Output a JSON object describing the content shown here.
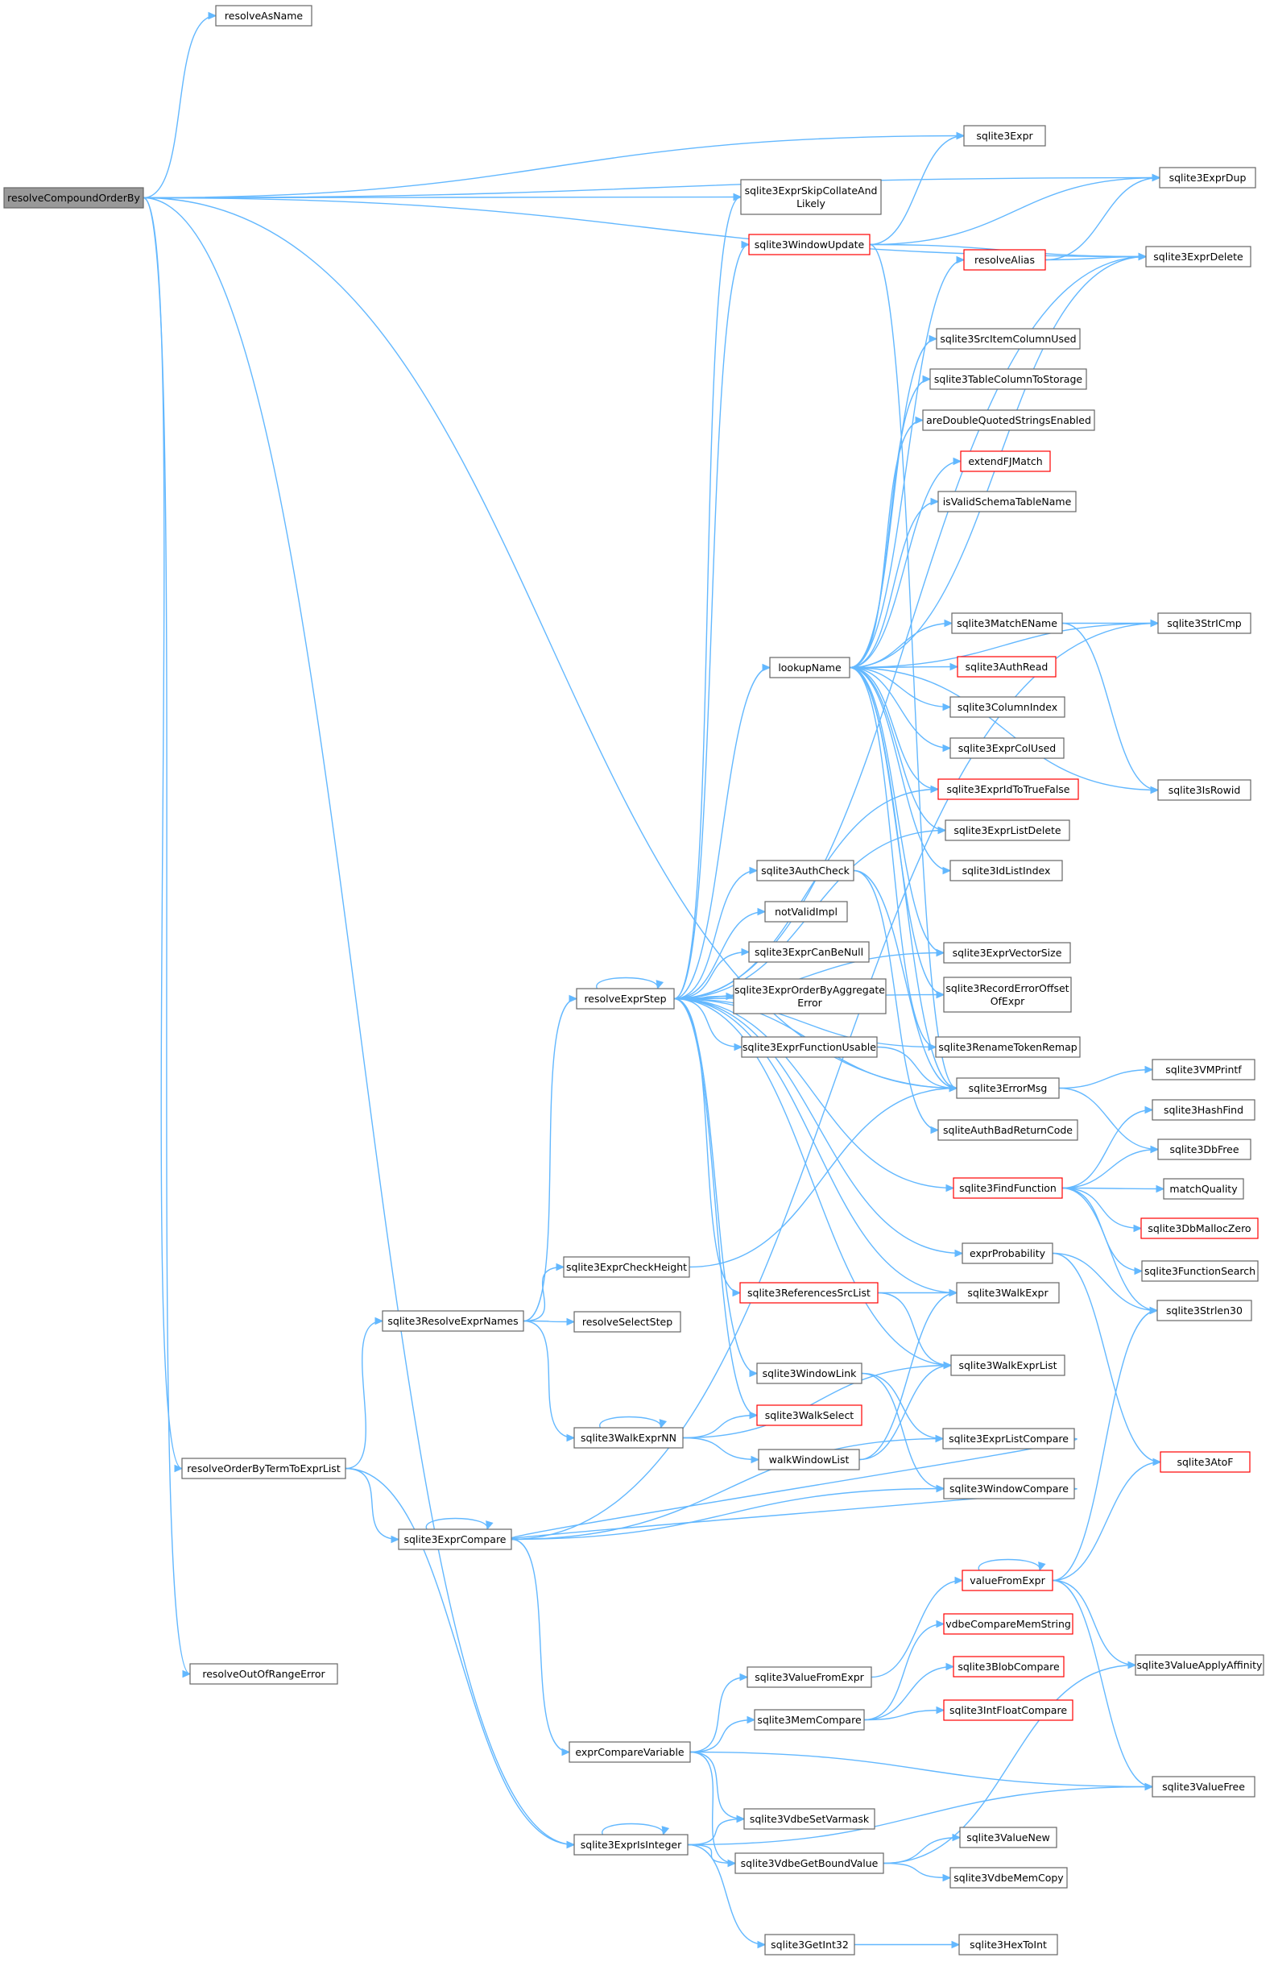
{
  "colors": {
    "edge": "#63b8ff",
    "box_border": "#666666",
    "highlight_border": "#ff0000",
    "root_fill": "#999999"
  },
  "nodes": [
    {
      "id": "resolveCompoundOrderBy",
      "lines": [
        "resolveCompoundOrderBy"
      ],
      "style": "root"
    },
    {
      "id": "resolveAsName",
      "lines": [
        "resolveAsName"
      ]
    },
    {
      "id": "sqlite3ExprDup",
      "lines": [
        "sqlite3ExprDup"
      ]
    },
    {
      "id": "sqlite3Expr",
      "lines": [
        "sqlite3Expr"
      ]
    },
    {
      "id": "sqlite3ExprSkipCollateAndLikely",
      "lines": [
        "sqlite3ExprSkipCollateAnd",
        "Likely"
      ]
    },
    {
      "id": "sqlite3WindowUpdate",
      "lines": [
        "sqlite3WindowUpdate"
      ],
      "style": "hl"
    },
    {
      "id": "resolveAlias",
      "lines": [
        "resolveAlias"
      ],
      "style": "hl"
    },
    {
      "id": "sqlite3ExprDelete",
      "lines": [
        "sqlite3ExprDelete"
      ]
    },
    {
      "id": "sqlite3SrcItemColumnUsed",
      "lines": [
        "sqlite3SrcItemColumnUsed"
      ]
    },
    {
      "id": "sqlite3TableColumnToStorage",
      "lines": [
        "sqlite3TableColumnToStorage"
      ]
    },
    {
      "id": "areDoubleQuotedStringsEnabled",
      "lines": [
        "areDoubleQuotedStringsEnabled"
      ]
    },
    {
      "id": "extendFJMatch",
      "lines": [
        "extendFJMatch"
      ],
      "style": "hl"
    },
    {
      "id": "isValidSchemaTableName",
      "lines": [
        "isValidSchemaTableName"
      ]
    },
    {
      "id": "sqlite3MatchEName",
      "lines": [
        "sqlite3MatchEName"
      ]
    },
    {
      "id": "sqlite3StrICmp",
      "lines": [
        "sqlite3StrICmp"
      ]
    },
    {
      "id": "lookupName",
      "lines": [
        "lookupName"
      ]
    },
    {
      "id": "sqlite3AuthRead",
      "lines": [
        "sqlite3AuthRead"
      ],
      "style": "hl"
    },
    {
      "id": "sqlite3ColumnIndex",
      "lines": [
        "sqlite3ColumnIndex"
      ]
    },
    {
      "id": "sqlite3ExprColUsed",
      "lines": [
        "sqlite3ExprColUsed"
      ]
    },
    {
      "id": "sqlite3ExprIdToTrueFalse",
      "lines": [
        "sqlite3ExprIdToTrueFalse"
      ],
      "style": "hl"
    },
    {
      "id": "sqlite3IsRowid",
      "lines": [
        "sqlite3IsRowid"
      ]
    },
    {
      "id": "sqlite3ExprListDelete",
      "lines": [
        "sqlite3ExprListDelete"
      ]
    },
    {
      "id": "sqlite3IdListIndex",
      "lines": [
        "sqlite3IdListIndex"
      ]
    },
    {
      "id": "sqlite3AuthCheck",
      "lines": [
        "sqlite3AuthCheck"
      ]
    },
    {
      "id": "notValidImpl",
      "lines": [
        "notValidImpl"
      ]
    },
    {
      "id": "sqlite3ExprVectorSize",
      "lines": [
        "sqlite3ExprVectorSize"
      ]
    },
    {
      "id": "sqlite3ExprCanBeNull",
      "lines": [
        "sqlite3ExprCanBeNull"
      ]
    },
    {
      "id": "resolveExprStep",
      "lines": [
        "resolveExprStep"
      ]
    },
    {
      "id": "sqlite3ExprOrderByAggregateError",
      "lines": [
        "sqlite3ExprOrderByAggregate",
        "Error"
      ]
    },
    {
      "id": "sqlite3RecordErrorOffsetOfExpr",
      "lines": [
        "sqlite3RecordErrorOffset",
        "OfExpr"
      ]
    },
    {
      "id": "sqlite3ExprFunctionUsable",
      "lines": [
        "sqlite3ExprFunctionUsable"
      ]
    },
    {
      "id": "sqlite3RenameTokenRemap",
      "lines": [
        "sqlite3RenameTokenRemap"
      ]
    },
    {
      "id": "sqlite3VMPrintf",
      "lines": [
        "sqlite3VMPrintf"
      ]
    },
    {
      "id": "sqlite3ErrorMsg",
      "lines": [
        "sqlite3ErrorMsg"
      ]
    },
    {
      "id": "sqlite3HashFind",
      "lines": [
        "sqlite3HashFind"
      ]
    },
    {
      "id": "sqliteAuthBadReturnCode",
      "lines": [
        "sqliteAuthBadReturnCode"
      ]
    },
    {
      "id": "sqlite3DbFree",
      "lines": [
        "sqlite3DbFree"
      ]
    },
    {
      "id": "sqlite3FindFunction",
      "lines": [
        "sqlite3FindFunction"
      ],
      "style": "hl"
    },
    {
      "id": "matchQuality",
      "lines": [
        "matchQuality"
      ]
    },
    {
      "id": "sqlite3DbMallocZero",
      "lines": [
        "sqlite3DbMallocZero"
      ],
      "style": "hl"
    },
    {
      "id": "exprProbability",
      "lines": [
        "exprProbability"
      ]
    },
    {
      "id": "sqlite3ExprCheckHeight",
      "lines": [
        "sqlite3ExprCheckHeight"
      ]
    },
    {
      "id": "sqlite3FunctionSearch",
      "lines": [
        "sqlite3FunctionSearch"
      ]
    },
    {
      "id": "sqlite3ReferencesSrcList",
      "lines": [
        "sqlite3ReferencesSrcList"
      ],
      "style": "hl"
    },
    {
      "id": "sqlite3WalkExpr",
      "lines": [
        "sqlite3WalkExpr"
      ]
    },
    {
      "id": "sqlite3Strlen30",
      "lines": [
        "sqlite3Strlen30"
      ]
    },
    {
      "id": "sqlite3ResolveExprNames",
      "lines": [
        "sqlite3ResolveExprNames"
      ]
    },
    {
      "id": "resolveSelectStep",
      "lines": [
        "resolveSelectStep"
      ]
    },
    {
      "id": "sqlite3WindowLink",
      "lines": [
        "sqlite3WindowLink"
      ]
    },
    {
      "id": "sqlite3WalkExprList",
      "lines": [
        "sqlite3WalkExprList"
      ]
    },
    {
      "id": "sqlite3WalkSelect",
      "lines": [
        "sqlite3WalkSelect"
      ],
      "style": "hl"
    },
    {
      "id": "sqlite3WalkExprNN",
      "lines": [
        "sqlite3WalkExprNN"
      ]
    },
    {
      "id": "sqlite3ExprListCompare",
      "lines": [
        "sqlite3ExprListCompare"
      ]
    },
    {
      "id": "walkWindowList",
      "lines": [
        "walkWindowList"
      ]
    },
    {
      "id": "sqlite3AtoF",
      "lines": [
        "sqlite3AtoF"
      ],
      "style": "hl"
    },
    {
      "id": "resolveOrderByTermToExprList",
      "lines": [
        "resolveOrderByTermToExprList"
      ]
    },
    {
      "id": "sqlite3WindowCompare",
      "lines": [
        "sqlite3WindowCompare"
      ]
    },
    {
      "id": "sqlite3ExprCompare",
      "lines": [
        "sqlite3ExprCompare"
      ]
    },
    {
      "id": "valueFromExpr",
      "lines": [
        "valueFromExpr"
      ],
      "style": "hl"
    },
    {
      "id": "vdbeCompareMemString",
      "lines": [
        "vdbeCompareMemString"
      ],
      "style": "hl"
    },
    {
      "id": "resolveOutOfRangeError",
      "lines": [
        "resolveOutOfRangeError"
      ]
    },
    {
      "id": "sqlite3BlobCompare",
      "lines": [
        "sqlite3BlobCompare"
      ],
      "style": "hl"
    },
    {
      "id": "sqlite3ValueFromExpr",
      "lines": [
        "sqlite3ValueFromExpr"
      ]
    },
    {
      "id": "sqlite3ValueApplyAffinity",
      "lines": [
        "sqlite3ValueApplyAffinity"
      ]
    },
    {
      "id": "sqlite3IntFloatCompare",
      "lines": [
        "sqlite3IntFloatCompare"
      ],
      "style": "hl"
    },
    {
      "id": "sqlite3MemCompare",
      "lines": [
        "sqlite3MemCompare"
      ]
    },
    {
      "id": "exprCompareVariable",
      "lines": [
        "exprCompareVariable"
      ]
    },
    {
      "id": "sqlite3ValueFree",
      "lines": [
        "sqlite3ValueFree"
      ]
    },
    {
      "id": "sqlite3VdbeSetVarmask",
      "lines": [
        "sqlite3VdbeSetVarmask"
      ]
    },
    {
      "id": "sqlite3ValueNew",
      "lines": [
        "sqlite3ValueNew"
      ]
    },
    {
      "id": "sqlite3ExprIsInteger",
      "lines": [
        "sqlite3ExprIsInteger"
      ]
    },
    {
      "id": "sqlite3VdbeGetBoundValue",
      "lines": [
        "sqlite3VdbeGetBoundValue"
      ]
    },
    {
      "id": "sqlite3VdbeMemCopy",
      "lines": [
        "sqlite3VdbeMemCopy"
      ]
    },
    {
      "id": "sqlite3GetInt32",
      "lines": [
        "sqlite3GetInt32"
      ]
    },
    {
      "id": "sqlite3HexToInt",
      "lines": [
        "sqlite3HexToInt"
      ]
    }
  ],
  "edges": [
    [
      "resolveCompoundOrderBy",
      "resolveAsName"
    ],
    [
      "resolveCompoundOrderBy",
      "sqlite3ExprDup"
    ],
    [
      "resolveCompoundOrderBy",
      "sqlite3Expr"
    ],
    [
      "resolveCompoundOrderBy",
      "sqlite3ExprDelete"
    ],
    [
      "resolveCompoundOrderBy",
      "sqlite3ExprSkipCollateAndLikely"
    ],
    [
      "resolveCompoundOrderBy",
      "sqlite3ErrorMsg"
    ],
    [
      "resolveCompoundOrderBy",
      "resolveOrderByTermToExprList"
    ],
    [
      "resolveCompoundOrderBy",
      "sqlite3ExprIsInteger"
    ],
    [
      "resolveCompoundOrderBy",
      "resolveOutOfRangeError"
    ],
    [
      "sqlite3WindowUpdate",
      "sqlite3ExprDup"
    ],
    [
      "sqlite3WindowUpdate",
      "sqlite3ExprDelete"
    ],
    [
      "sqlite3WindowUpdate",
      "sqlite3Expr"
    ],
    [
      "sqlite3WindowUpdate",
      "sqlite3ErrorMsg"
    ],
    [
      "resolveAlias",
      "sqlite3ExprDup"
    ],
    [
      "resolveAlias",
      "sqlite3ExprDelete"
    ],
    [
      "sqlite3MatchEName",
      "sqlite3StrICmp"
    ],
    [
      "sqlite3MatchEName",
      "sqlite3IsRowid"
    ],
    [
      "lookupName",
      "resolveAlias"
    ],
    [
      "lookupName",
      "sqlite3SrcItemColumnUsed"
    ],
    [
      "lookupName",
      "sqlite3TableColumnToStorage"
    ],
    [
      "lookupName",
      "areDoubleQuotedStringsEnabled"
    ],
    [
      "lookupName",
      "extendFJMatch"
    ],
    [
      "lookupName",
      "isValidSchemaTableName"
    ],
    [
      "lookupName",
      "sqlite3ExprDelete"
    ],
    [
      "lookupName",
      "sqlite3StrICmp"
    ],
    [
      "lookupName",
      "sqlite3MatchEName"
    ],
    [
      "lookupName",
      "sqlite3AuthRead"
    ],
    [
      "lookupName",
      "sqlite3ColumnIndex"
    ],
    [
      "lookupName",
      "sqlite3ExprColUsed"
    ],
    [
      "lookupName",
      "sqlite3ExprIdToTrueFalse"
    ],
    [
      "lookupName",
      "sqlite3ExprListDelete"
    ],
    [
      "lookupName",
      "sqlite3IdListIndex"
    ],
    [
      "lookupName",
      "sqlite3ExprVectorSize"
    ],
    [
      "lookupName",
      "sqlite3RecordErrorOffsetOfExpr"
    ],
    [
      "lookupName",
      "sqlite3RenameTokenRemap"
    ],
    [
      "lookupName",
      "sqlite3ErrorMsg"
    ],
    [
      "lookupName",
      "sqlite3IsRowid"
    ],
    [
      "sqlite3AuthCheck",
      "sqliteAuthBadReturnCode"
    ],
    [
      "sqlite3AuthCheck",
      "sqlite3ErrorMsg"
    ],
    [
      "resolveExprStep",
      "resolveExprStep"
    ],
    [
      "resolveExprStep",
      "sqlite3ExprSkipCollateAndLikely"
    ],
    [
      "resolveExprStep",
      "sqlite3WindowUpdate"
    ],
    [
      "resolveExprStep",
      "sqlite3ExprDelete"
    ],
    [
      "resolveExprStep",
      "lookupName"
    ],
    [
      "resolveExprStep",
      "sqlite3AuthCheck"
    ],
    [
      "resolveExprStep",
      "notValidImpl"
    ],
    [
      "resolveExprStep",
      "sqlite3ExprCanBeNull"
    ],
    [
      "resolveExprStep",
      "sqlite3ExprOrderByAggregateError"
    ],
    [
      "resolveExprStep",
      "sqlite3ExprFunctionUsable"
    ],
    [
      "resolveExprStep",
      "sqlite3ExprVectorSize"
    ],
    [
      "resolveExprStep",
      "sqlite3RecordErrorOffsetOfExpr"
    ],
    [
      "resolveExprStep",
      "sqlite3RenameTokenRemap"
    ],
    [
      "resolveExprStep",
      "sqlite3ErrorMsg"
    ],
    [
      "resolveExprStep",
      "sqlite3FindFunction"
    ],
    [
      "resolveExprStep",
      "exprProbability"
    ],
    [
      "resolveExprStep",
      "sqlite3ReferencesSrcList"
    ],
    [
      "resolveExprStep",
      "sqlite3WalkExpr"
    ],
    [
      "resolveExprStep",
      "sqlite3WalkExprList"
    ],
    [
      "resolveExprStep",
      "sqlite3WindowLink"
    ],
    [
      "resolveExprStep",
      "sqlite3WalkSelect"
    ],
    [
      "resolveExprStep",
      "sqlite3ExprListDelete"
    ],
    [
      "resolveExprStep",
      "sqlite3ExprIdToTrueFalse"
    ],
    [
      "sqlite3ExprFunctionUsable",
      "sqlite3ErrorMsg"
    ],
    [
      "sqlite3ErrorMsg",
      "sqlite3VMPrintf"
    ],
    [
      "sqlite3ErrorMsg",
      "sqlite3DbFree"
    ],
    [
      "sqlite3FindFunction",
      "sqlite3HashFind"
    ],
    [
      "sqlite3FindFunction",
      "sqlite3DbFree"
    ],
    [
      "sqlite3FindFunction",
      "matchQuality"
    ],
    [
      "sqlite3FindFunction",
      "sqlite3DbMallocZero"
    ],
    [
      "sqlite3FindFunction",
      "sqlite3FunctionSearch"
    ],
    [
      "sqlite3FindFunction",
      "sqlite3Strlen30"
    ],
    [
      "exprProbability",
      "sqlite3AtoF"
    ],
    [
      "exprProbability",
      "sqlite3Strlen30"
    ],
    [
      "sqlite3ReferencesSrcList",
      "sqlite3WalkExpr"
    ],
    [
      "sqlite3ReferencesSrcList",
      "sqlite3WalkExprList"
    ],
    [
      "sqlite3ExprCheckHeight",
      "sqlite3ErrorMsg"
    ],
    [
      "sqlite3ResolveExprNames",
      "resolveExprStep"
    ],
    [
      "sqlite3ResolveExprNames",
      "sqlite3ExprCheckHeight"
    ],
    [
      "sqlite3ResolveExprNames",
      "resolveSelectStep"
    ],
    [
      "sqlite3ResolveExprNames",
      "sqlite3WalkExprNN"
    ],
    [
      "sqlite3WindowLink",
      "sqlite3ExprListCompare"
    ],
    [
      "sqlite3WindowLink",
      "sqlite3WindowCompare"
    ],
    [
      "sqlite3WalkExprNN",
      "sqlite3WalkExprNN"
    ],
    [
      "sqlite3WalkExprNN",
      "sqlite3WalkSelect"
    ],
    [
      "sqlite3WalkExprNN",
      "sqlite3WalkExprList"
    ],
    [
      "sqlite3WalkExprNN",
      "walkWindowList"
    ],
    [
      "walkWindowList",
      "sqlite3WalkExpr"
    ],
    [
      "walkWindowList",
      "sqlite3WalkExprList"
    ],
    [
      "sqlite3ExprListCompare",
      "sqlite3ExprCompare"
    ],
    [
      "resolveOrderByTermToExprList",
      "sqlite3ResolveExprNames"
    ],
    [
      "resolveOrderByTermToExprList",
      "sqlite3ExprCompare"
    ],
    [
      "resolveOrderByTermToExprList",
      "sqlite3ExprIsInteger"
    ],
    [
      "sqlite3WindowCompare",
      "sqlite3ExprCompare"
    ],
    [
      "sqlite3ExprCompare",
      "sqlite3ExprCompare"
    ],
    [
      "sqlite3ExprCompare",
      "sqlite3ExprListCompare"
    ],
    [
      "sqlite3ExprCompare",
      "sqlite3WindowCompare"
    ],
    [
      "sqlite3ExprCompare",
      "sqlite3StrICmp"
    ],
    [
      "sqlite3ExprCompare",
      "exprCompareVariable"
    ],
    [
      "valueFromExpr",
      "valueFromExpr"
    ],
    [
      "valueFromExpr",
      "sqlite3AtoF"
    ],
    [
      "valueFromExpr",
      "sqlite3Strlen30"
    ],
    [
      "valueFromExpr",
      "sqlite3ValueApplyAffinity"
    ],
    [
      "valueFromExpr",
      "sqlite3ValueFree"
    ],
    [
      "sqlite3ValueFromExpr",
      "valueFromExpr"
    ],
    [
      "sqlite3MemCompare",
      "vdbeCompareMemString"
    ],
    [
      "sqlite3MemCompare",
      "sqlite3BlobCompare"
    ],
    [
      "sqlite3MemCompare",
      "sqlite3IntFloatCompare"
    ],
    [
      "exprCompareVariable",
      "sqlite3ValueFromExpr"
    ],
    [
      "exprCompareVariable",
      "sqlite3MemCompare"
    ],
    [
      "exprCompareVariable",
      "sqlite3ValueFree"
    ],
    [
      "exprCompareVariable",
      "sqlite3VdbeSetVarmask"
    ],
    [
      "exprCompareVariable",
      "sqlite3VdbeGetBoundValue"
    ],
    [
      "sqlite3ExprIsInteger",
      "sqlite3ExprIsInteger"
    ],
    [
      "sqlite3ExprIsInteger",
      "sqlite3VdbeSetVarmask"
    ],
    [
      "sqlite3ExprIsInteger",
      "sqlite3VdbeGetBoundValue"
    ],
    [
      "sqlite3ExprIsInteger",
      "sqlite3ValueFree"
    ],
    [
      "sqlite3ExprIsInteger",
      "sqlite3GetInt32"
    ],
    [
      "sqlite3VdbeGetBoundValue",
      "sqlite3ValueApplyAffinity"
    ],
    [
      "sqlite3VdbeGetBoundValue",
      "sqlite3ValueNew"
    ],
    [
      "sqlite3VdbeGetBoundValue",
      "sqlite3VdbeMemCopy"
    ],
    [
      "sqlite3GetInt32",
      "sqlite3HexToInt"
    ]
  ]
}
